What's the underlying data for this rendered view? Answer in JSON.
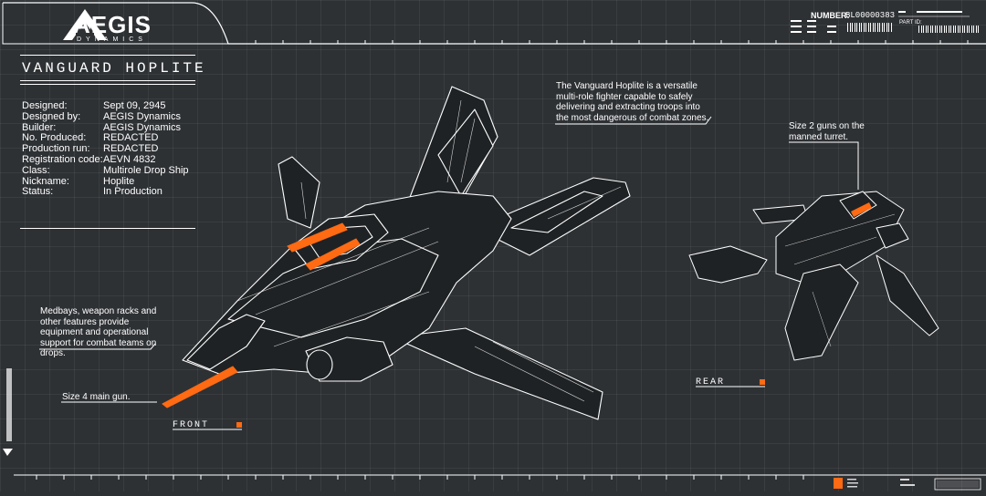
{
  "header": {
    "brand": "AEGIS",
    "brand_sub": "DYNAMICS",
    "number_label": "NUMBER:",
    "number_value": "BL00000383",
    "part_label": "PART ID:"
  },
  "ship": {
    "name": "VANGUARD HOPLITE",
    "specs": [
      {
        "key": "Designed:",
        "value": "Sept 09, 2945"
      },
      {
        "key": "Designed by:",
        "value": "AEGIS Dynamics"
      },
      {
        "key": "Builder:",
        "value": "AEGIS Dynamics"
      },
      {
        "key": "No. Produced:",
        "value": "REDACTED"
      },
      {
        "key": "Production run:",
        "value": "REDACTED"
      },
      {
        "key": "Registration code:",
        "value": "AEVN 4832"
      },
      {
        "key": "Class:",
        "value": "Multirole Drop Ship"
      },
      {
        "key": "Nickname:",
        "value": "Hoplite"
      },
      {
        "key": "Status:",
        "value": "In Production"
      }
    ]
  },
  "notes": {
    "description": "The Vanguard Hoplite is a versatile multi-role fighter capable to safely delivering and extracting troops into the most dangerous of combat zones.",
    "turret": "Size 2 guns on the manned turret.",
    "medbay": "Medbays, weapon racks and other features provide equipment and operational support for combat teams on drops.",
    "main_gun": "Size 4 main gun."
  },
  "views": {
    "front": "FRONT",
    "rear": "REAR"
  },
  "colors": {
    "background": "#2e3134",
    "accent": "#ff6a13",
    "line": "#ffffff"
  }
}
